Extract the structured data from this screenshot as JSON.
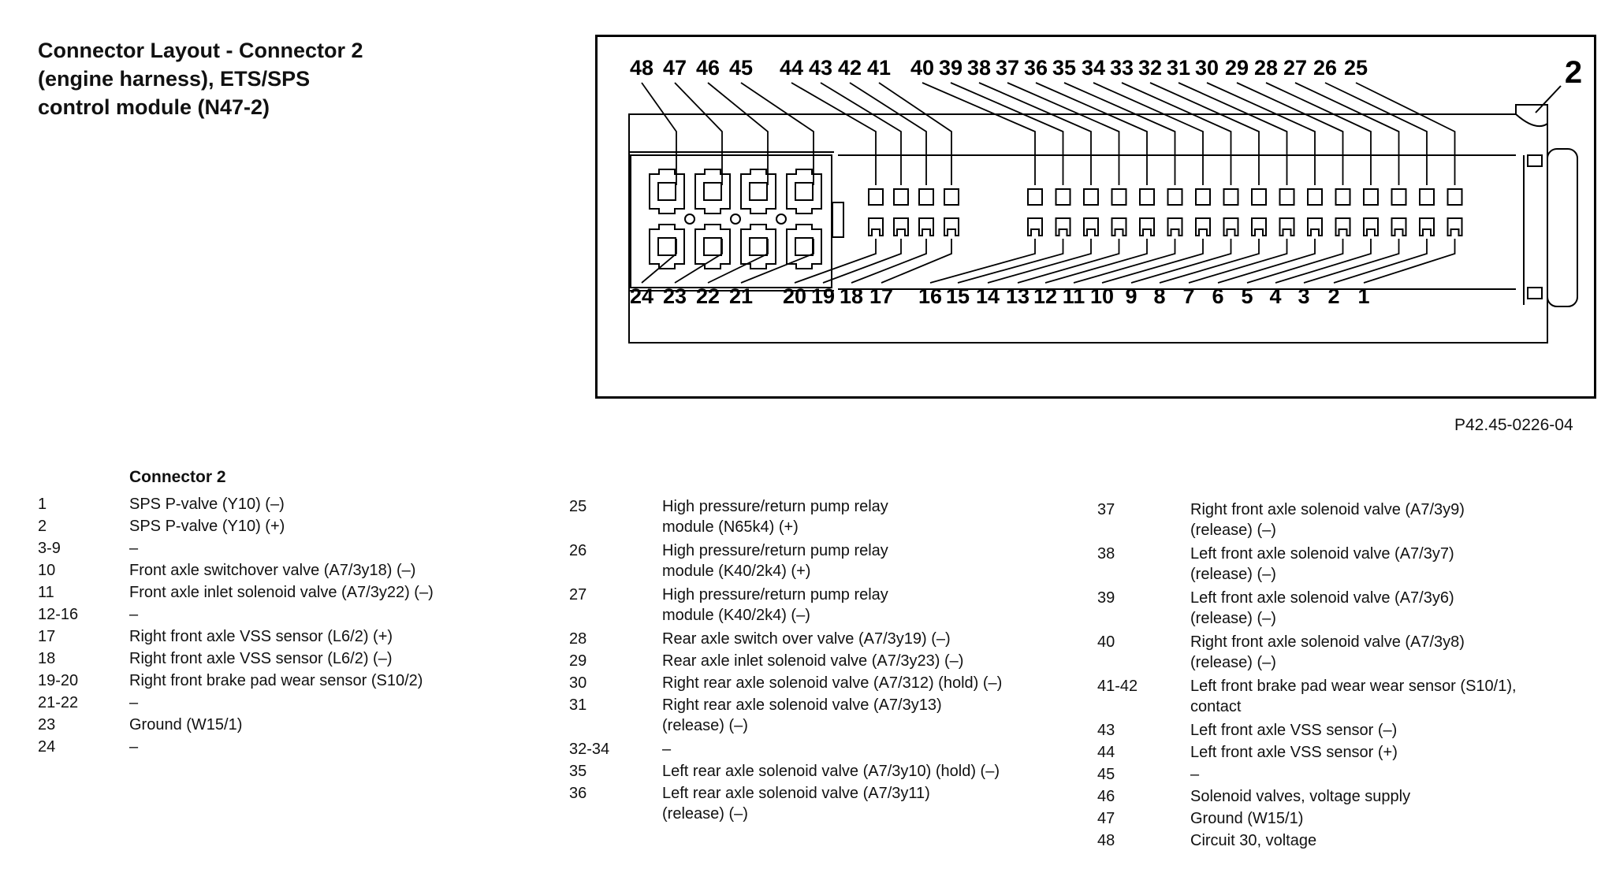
{
  "title": "Connector Layout - Connector 2\n(engine harness), ETS/SPS\n control module (N47-2)",
  "figure": {
    "connector_number": "2",
    "top_pins": [
      "48",
      "47",
      "46",
      "45",
      "44",
      "43",
      "42",
      "41",
      "40",
      "39",
      "38",
      "37",
      "36",
      "35",
      "34",
      "33",
      "32",
      "31",
      "30",
      "29",
      "28",
      "27",
      "26",
      "25"
    ],
    "bottom_pins": [
      "24",
      "23",
      "22",
      "21",
      "20",
      "19",
      "18",
      "17",
      "16",
      "15",
      "14",
      "13",
      "12",
      "11",
      "10",
      "9",
      "8",
      "7",
      "6",
      "5",
      "4",
      "3",
      "2",
      "1"
    ],
    "label": "P42.45-0226-04"
  },
  "legend": {
    "heading": "Connector 2",
    "col1": [
      {
        "pin": "1",
        "desc": "SPS P-valve (Y10)  (–)"
      },
      {
        "pin": "2",
        "desc": "SPS P-valve (Y10)  (+)"
      },
      {
        "pin": "3-9",
        "desc": "–"
      },
      {
        "pin": "10",
        "desc": "Front axle switchover valve (A7/3y18)  (–)"
      },
      {
        "pin": "11",
        "desc": "Front axle inlet solenoid valve  (A7/3y22)  (–)"
      },
      {
        "pin": "12-16",
        "desc": "–"
      },
      {
        "pin": "17",
        "desc": "Right front axle VSS sensor (L6/2)  (+)"
      },
      {
        "pin": "18",
        "desc": "Right front axle VSS sensor (L6/2)  (–)"
      },
      {
        "pin": "19-20",
        "desc": "Right front brake pad wear sensor (S10/2)"
      },
      {
        "pin": "21-22",
        "desc": "–"
      },
      {
        "pin": "23",
        "desc": "Ground (W15/1)"
      },
      {
        "pin": "24",
        "desc": "–"
      }
    ],
    "col2": [
      {
        "pin": "25",
        "desc": "High pressure/return pump relay\nmodule (N65k4)  (+)"
      },
      {
        "pin": "26",
        "desc": "High pressure/return pump relay\nmodule (K40/2k4)  (+)"
      },
      {
        "pin": "27",
        "desc": "High pressure/return pump relay\nmodule (K40/2k4)  (–)"
      },
      {
        "pin": "28",
        "desc": "Rear axle switch over valve (A7/3y19)  (–)"
      },
      {
        "pin": "29",
        "desc": "Rear axle inlet solenoid valve (A7/3y23)  (–)"
      },
      {
        "pin": "30",
        "desc": "Right rear axle solenoid valve (A7/312) (hold) (–)"
      },
      {
        "pin": "31",
        "desc": "Right rear axle solenoid valve (A7/3y13)\n(release)  (–)"
      },
      {
        "pin": "32-34",
        "desc": "–"
      },
      {
        "pin": "35",
        "desc": "Left rear axle solenoid valve (A7/3y10)  (hold)  (–)"
      },
      {
        "pin": "36",
        "desc": "Left rear axle solenoid valve (A7/3y11)\n(release)  (–)"
      }
    ],
    "col3": [
      {
        "pin": "37",
        "desc": "Right front axle solenoid valve  (A7/3y9)\n(release)  (–)"
      },
      {
        "pin": "38",
        "desc": "Left front axle solenoid valve (A7/3y7)\n(release)  (–)"
      },
      {
        "pin": "39",
        "desc": "Left front axle solenoid valve (A7/3y6)\n(release)  (–)"
      },
      {
        "pin": "40",
        "desc": "Right front axle solenoid valve (A7/3y8)\n(release)  (–)"
      },
      {
        "pin": "41-42",
        "desc": "Left front brake pad wear wear sensor (S10/1),\ncontact"
      },
      {
        "pin": "43",
        "desc": "Left front axle VSS sensor  (–)"
      },
      {
        "pin": "44",
        "desc": "Left front axle VSS sensor  (+)"
      },
      {
        "pin": "45",
        "desc": "–"
      },
      {
        "pin": "46",
        "desc": "Solenoid valves, voltage supply"
      },
      {
        "pin": "47",
        "desc": "Ground (W15/1)"
      },
      {
        "pin": "48",
        "desc": "Circuit 30, voltage"
      }
    ]
  }
}
